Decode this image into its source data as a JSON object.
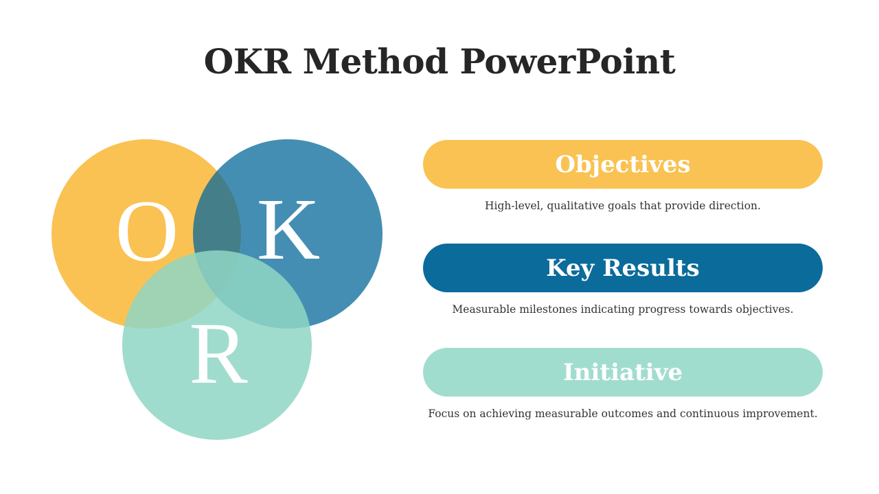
{
  "title": "OKR Method PowerPoint",
  "venn": {
    "letters": [
      "O",
      "K",
      "R"
    ],
    "colors": {
      "objectives": "#F9C252",
      "key_results": "#0B6B9B",
      "initiative": "#A1DDCE"
    }
  },
  "items": [
    {
      "label": "Objectives",
      "description": "High-level, qualitative goals that provide direction.",
      "color": "#F9C252"
    },
    {
      "label": "Key Results",
      "description": "Measurable milestones indicating progress towards objectives.",
      "color": "#0B6B9B"
    },
    {
      "label": "Initiative",
      "description": "Focus on achieving measurable outcomes and continuous improvement.",
      "color": "#A1DDCE"
    }
  ]
}
